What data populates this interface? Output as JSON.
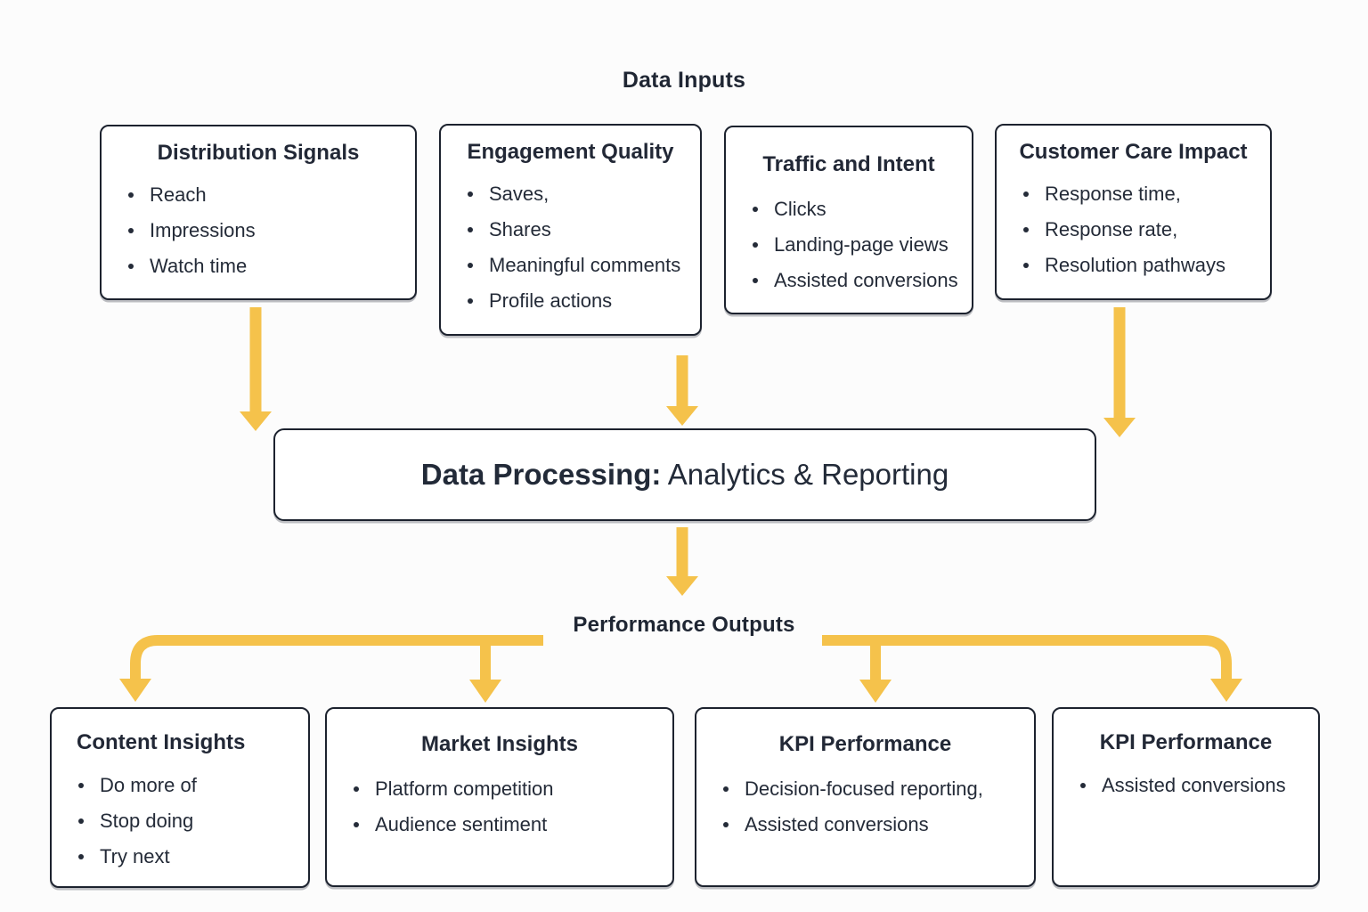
{
  "colors": {
    "accent": "#F5C24B",
    "box_border": "#1C222E",
    "text": "#242B38",
    "background": "#FCFCFC"
  },
  "inputs_section": {
    "title": "Data Inputs",
    "boxes": [
      {
        "title": "Distribution Signals",
        "items": [
          "Reach",
          "Impressions",
          "Watch time"
        ]
      },
      {
        "title": "Engagement Quality",
        "items": [
          "Saves,",
          "Shares",
          "Meaningful comments",
          "Profile actions"
        ]
      },
      {
        "title": "Traffic and Intent",
        "items": [
          "Clicks",
          "Landing-page views",
          "Assisted conversions"
        ]
      },
      {
        "title": "Customer Care Impact",
        "items": [
          "Response time,",
          "Response rate,",
          "Resolution pathways"
        ]
      }
    ]
  },
  "processing": {
    "label_bold": "Data Processing:",
    "label_regular": " Analytics & Reporting"
  },
  "outputs_section": {
    "title": "Performance Outputs",
    "boxes": [
      {
        "title": "Content Insights",
        "items": [
          "Do more of",
          "Stop doing",
          "Try next"
        ]
      },
      {
        "title": "Market Insights",
        "items": [
          "Platform competition",
          "Audience sentiment"
        ]
      },
      {
        "title": "KPI Performance",
        "items": [
          "Decision-focused reporting,",
          "Assisted conversions"
        ]
      },
      {
        "title": "KPI Performance",
        "items": [
          "Assisted conversions"
        ]
      }
    ]
  }
}
